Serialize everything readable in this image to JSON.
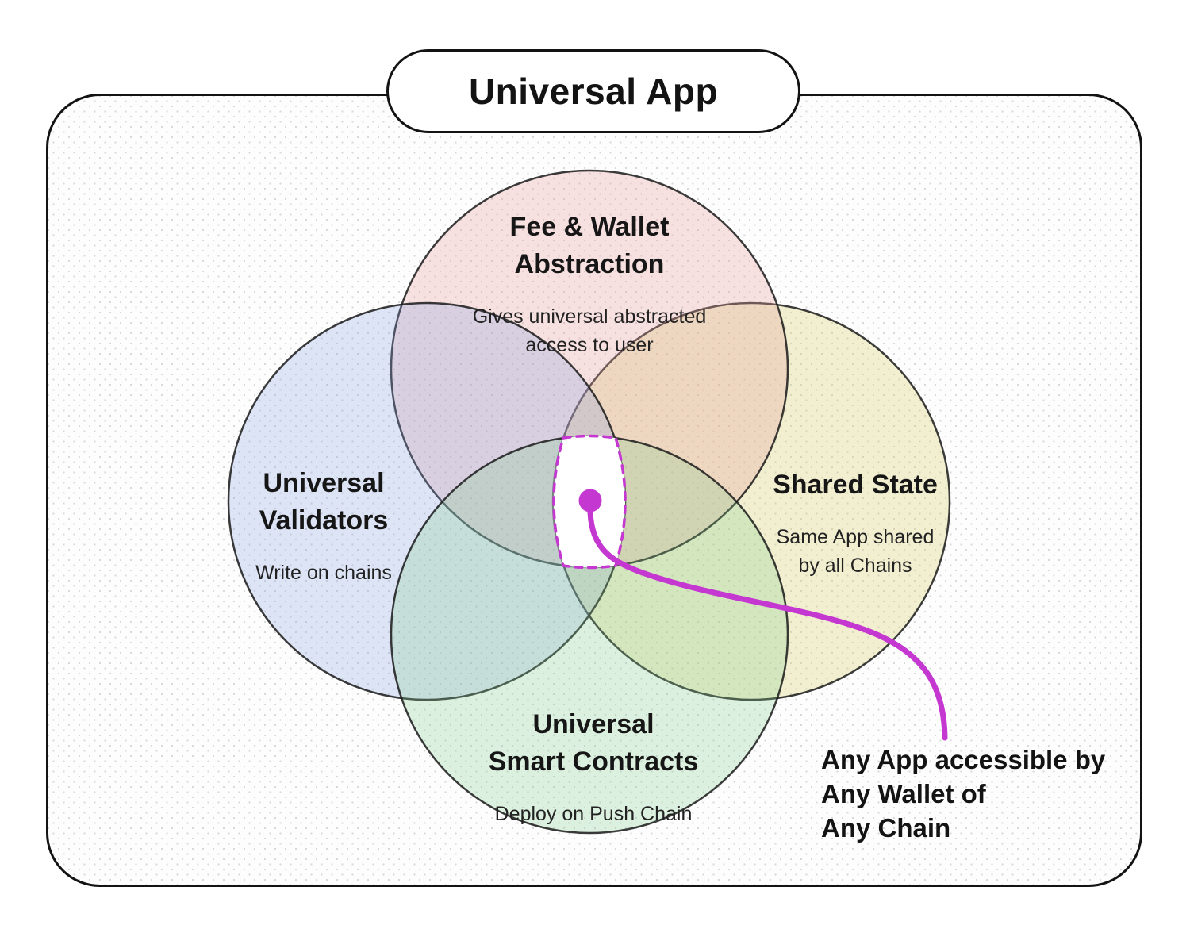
{
  "title": "Universal App",
  "colors": {
    "accent": "#c437d0",
    "circle_stroke": "rgba(25,25,25,0.85)",
    "top_circle_fill": "rgba(233,158,158,0.30)",
    "left_circle_fill": "rgba(133,158,224,0.26)",
    "right_circle_fill": "rgba(216,207,106,0.30)",
    "bottom_circle_fill": "rgba(126,204,141,0.26)",
    "center_region_fill": "#ffffff"
  },
  "circles": {
    "top": {
      "title": [
        "Fee & Wallet",
        "Abstraction"
      ],
      "description": [
        "Gives universal abstracted",
        "access to user"
      ]
    },
    "left": {
      "title": [
        "Universal",
        "Validators"
      ],
      "description": [
        "Write on chains"
      ]
    },
    "right": {
      "title": [
        "Shared State"
      ],
      "description": [
        "Same App shared",
        "by all Chains"
      ]
    },
    "bottom": {
      "title": [
        "Universal",
        "Smart Contracts"
      ],
      "description": [
        "Deploy on Push Chain"
      ]
    }
  },
  "annotation": {
    "text": [
      "Any App accessible by",
      "Any Wallet of",
      "Any Chain"
    ]
  }
}
